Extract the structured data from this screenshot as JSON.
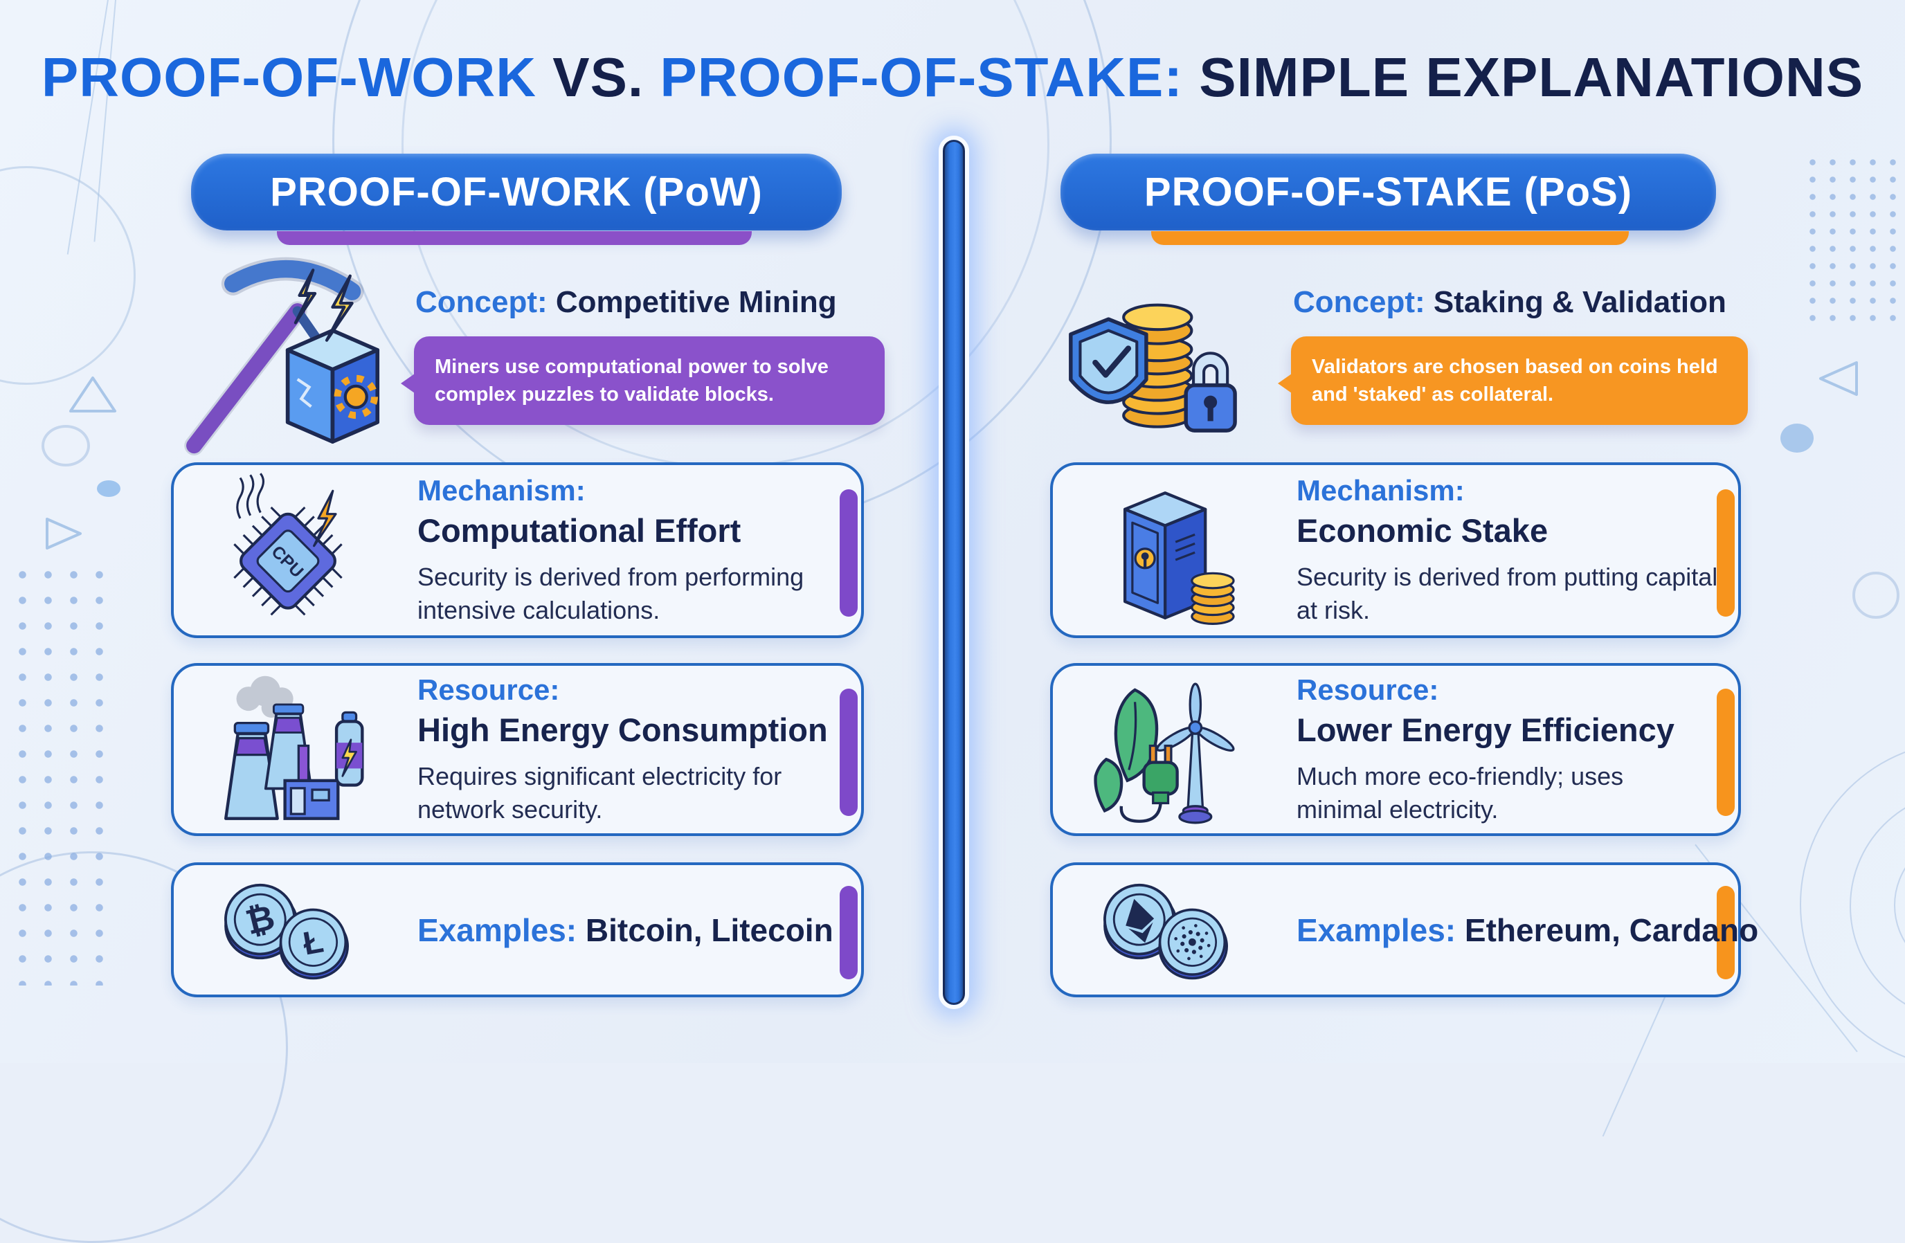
{
  "title": {
    "pow": "PROOF-OF-WORK",
    "vs": " VS. ",
    "pos": "PROOF-OF-STAKE:",
    "rest": " SIMPLE EXPLANATIONS"
  },
  "columns": {
    "pow": {
      "header": "PROOF-OF-WORK (PoW)",
      "concept": {
        "label": "Concept:",
        "title": "Competitive Mining",
        "bubble": "Miners use computational power to solve complex puzzles to validate blocks."
      },
      "mechanism": {
        "label": "Mechanism:",
        "title": "Computational Effort",
        "desc": "Security is derived from performing intensive calculations."
      },
      "resource": {
        "label": "Resource:",
        "title": "High Energy Consumption",
        "desc": "Requires significant electricity for network security."
      },
      "examples": {
        "label": "Examples:",
        "value": "Bitcoin, Litecoin"
      },
      "accent_color": "#7e49c9"
    },
    "pos": {
      "header": "PROOF-OF-STAKE (PoS)",
      "concept": {
        "label": "Concept:",
        "title": "Staking & Validation",
        "bubble": "Validators are chosen based on coins held and 'staked' as collateral."
      },
      "mechanism": {
        "label": "Mechanism:",
        "title": "Economic Stake",
        "desc": "Security is derived from putting capital at risk."
      },
      "resource": {
        "label": "Resource:",
        "title": "Lower Energy Efficiency",
        "desc": "Much more eco-friendly; uses minimal electricity."
      },
      "examples": {
        "label": "Examples:",
        "value": "Ethereum, Cardano"
      },
      "accent_color": "#f7941d"
    }
  },
  "icons": {
    "cpu_label": "CPU",
    "pow_concept": "pickaxe-mining-block-icon",
    "pow_mechanism": "cpu-chip-icon",
    "pow_resource": "power-plant-battery-icon",
    "pow_examples": "bitcoin-litecoin-coins-icon",
    "pos_concept": "shield-coins-lock-icon",
    "pos_mechanism": "vault-coins-icon",
    "pos_resource": "leaf-plug-wind-turbine-icon",
    "pos_examples": "ethereum-cardano-coins-icon"
  },
  "colors": {
    "title_blue": "#1a67dd",
    "navy": "#14204a",
    "pill_blue": "#2268d2",
    "purple": "#8a52cb",
    "orange": "#f79622",
    "card_border": "#2468c0",
    "background": "#e9eff9"
  }
}
